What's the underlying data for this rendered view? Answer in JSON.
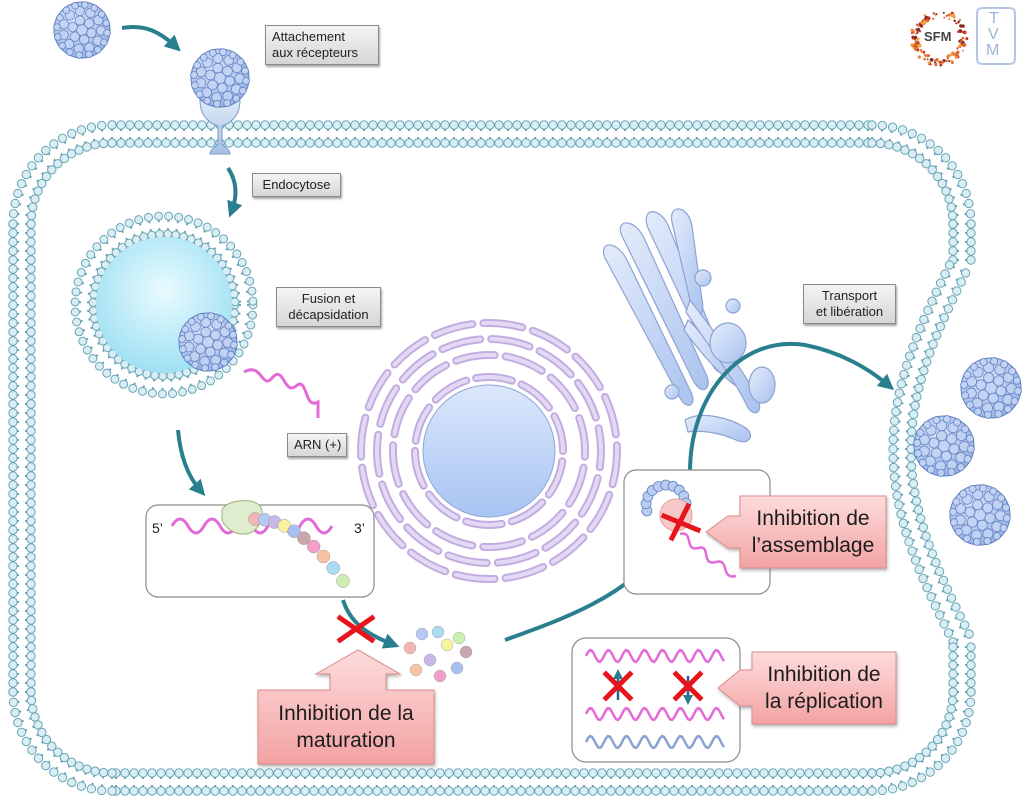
{
  "diagram": {
    "title": "Cycle de réplication virale et cibles des antiviraux",
    "steps": [
      {
        "id": "attachment",
        "lines": [
          "Attachement",
          "aux récepteurs"
        ]
      },
      {
        "id": "endocytosis",
        "lines": [
          "Endocytose"
        ]
      },
      {
        "id": "fusion",
        "lines": [
          "Fusion et",
          "décapsidation"
        ]
      },
      {
        "id": "rna",
        "lines": [
          "ARN (+)"
        ]
      },
      {
        "id": "transport",
        "lines": [
          "Transport",
          "et libération"
        ]
      }
    ],
    "translation": {
      "five_prime": "5’",
      "three_prime": "3’"
    },
    "inhibitions": [
      {
        "id": "maturation",
        "lines": [
          "Inhibition de la",
          "maturation"
        ]
      },
      {
        "id": "assembly",
        "lines": [
          "Inhibition de",
          "l’assemblage"
        ]
      },
      {
        "id": "replication",
        "lines": [
          "Inhibition de",
          "la réplication"
        ]
      }
    ],
    "logos": {
      "sfm": "SFM",
      "tvm_top": "T",
      "tvm_mid": "V",
      "tvm_bot": "M"
    },
    "colors": {
      "membrane_head": "#d8eef4",
      "membrane_stroke": "#6aa4b4",
      "arrow": "#2a7f8f",
      "virus": "#a9c1ec",
      "virus_stroke": "#5f7fbf",
      "rna": "#e46ad8",
      "dna_blue": "#8aa3d0",
      "inhibit_box": "#f7b3b3",
      "inhibit_cross": "#e8141c",
      "er": "#c9b6e6",
      "nucleus": "#b7cdf6",
      "golgi": "#bcd0f3"
    }
  }
}
